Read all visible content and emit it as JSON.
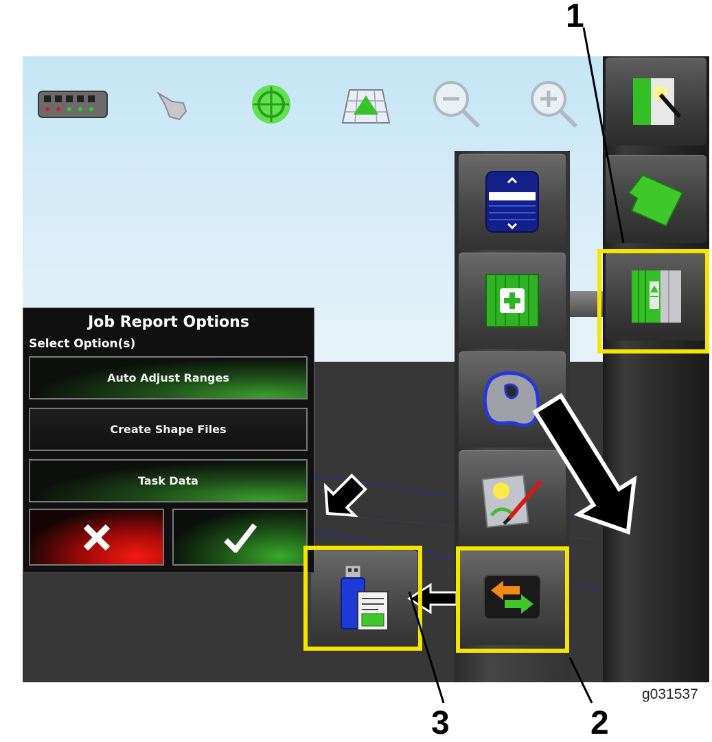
{
  "dialog": {
    "title": "Job Report Options",
    "subtitle": "Select Option(s)",
    "options": [
      {
        "label": "Auto Adjust Ranges",
        "selected": true
      },
      {
        "label": "Create Shape Files",
        "selected": false
      },
      {
        "label": "Task Data",
        "selected": true
      }
    ],
    "cancel_icon": "x-icon",
    "confirm_icon": "checkmark-icon"
  },
  "toolbar": {
    "icons": [
      "implement-sections-icon",
      "pointer-hand-icon",
      "gps-target-icon",
      "field-view-icon",
      "zoom-out-icon",
      "zoom-in-icon"
    ]
  },
  "right_menu": {
    "icons": [
      "guidance-setup-wizard-icon",
      "boundary-icon",
      "field-job-icon"
    ]
  },
  "mid_menu": {
    "icons": [
      "scroll-list-icon",
      "new-job-icon",
      "boundary-shape-icon",
      "job-edit-icon",
      "data-transfer-icon"
    ]
  },
  "export_button_icon": "usb-export-report-icon",
  "callouts": [
    "1",
    "2",
    "3"
  ],
  "figure_id": "g031537",
  "colors": {
    "highlight": "#f5e600",
    "accent_green": "#3db82a",
    "cancel_red": "#e01010"
  }
}
